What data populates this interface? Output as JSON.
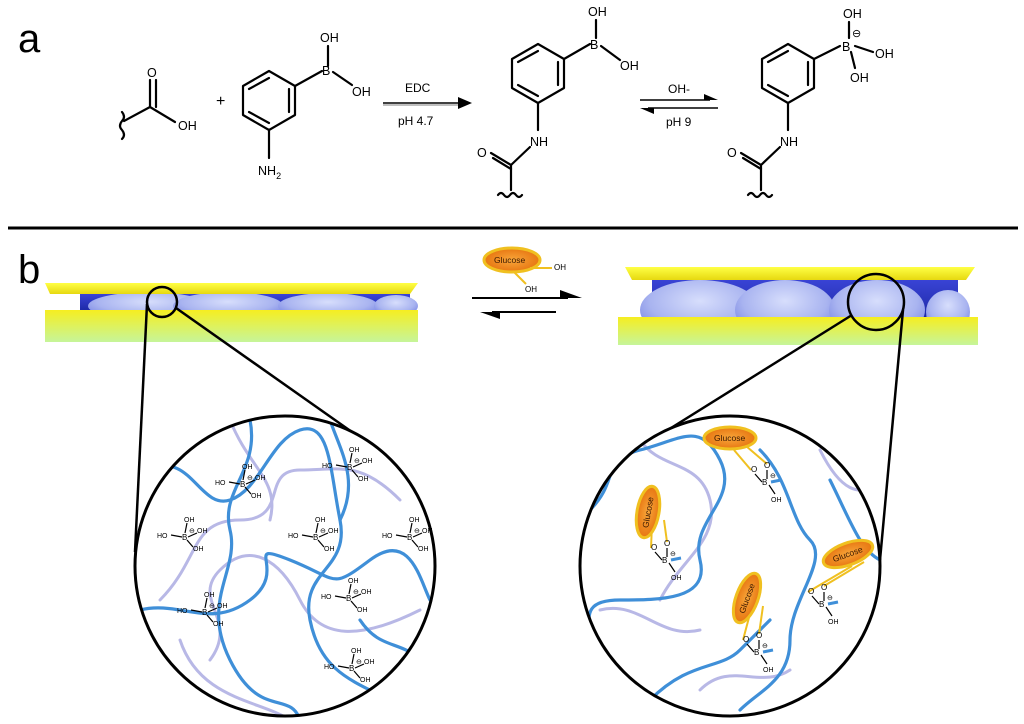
{
  "panel_a": {
    "label": "a",
    "acid": {
      "oh": "OH",
      "o": "O"
    },
    "plus": "+",
    "aminophenylboronic_acid": {
      "oh_top": "OH",
      "oh_right": "OH",
      "b": "B",
      "nh": "NH",
      "sub2": "2"
    },
    "arrow1": {
      "top": "EDC",
      "bottom": "pH 4.7"
    },
    "product": {
      "oh_top": "OH",
      "oh_right": "OH",
      "b": "B",
      "o": "O",
      "nh": "NH"
    },
    "arrow2": {
      "top": "OH-",
      "bottom": "pH 9"
    },
    "boronate": {
      "oh_top": "OH",
      "oh_right": "OH",
      "oh_bottom": "OH",
      "b": "B",
      "charge": "⊖",
      "o": "O",
      "nh": "NH"
    }
  },
  "panel_b": {
    "label": "b",
    "glucose_label": "Glucose",
    "glucose_oh1": "OH",
    "glucose_oh2": "OH",
    "ho": "HO",
    "oh": "OH",
    "b": "B",
    "o": "O",
    "charge": "⊖"
  },
  "colors": {
    "film_yellow": "#f4ea1c",
    "film_green": "#c8f07a",
    "gel_dark_blue": "#2f36c8",
    "gel_light_blue": "#a9b6f2",
    "chain_blue": "#3f8fd8",
    "chain_faint": "#b8b8e6",
    "glucose_orange": "#f08c1c"
  }
}
